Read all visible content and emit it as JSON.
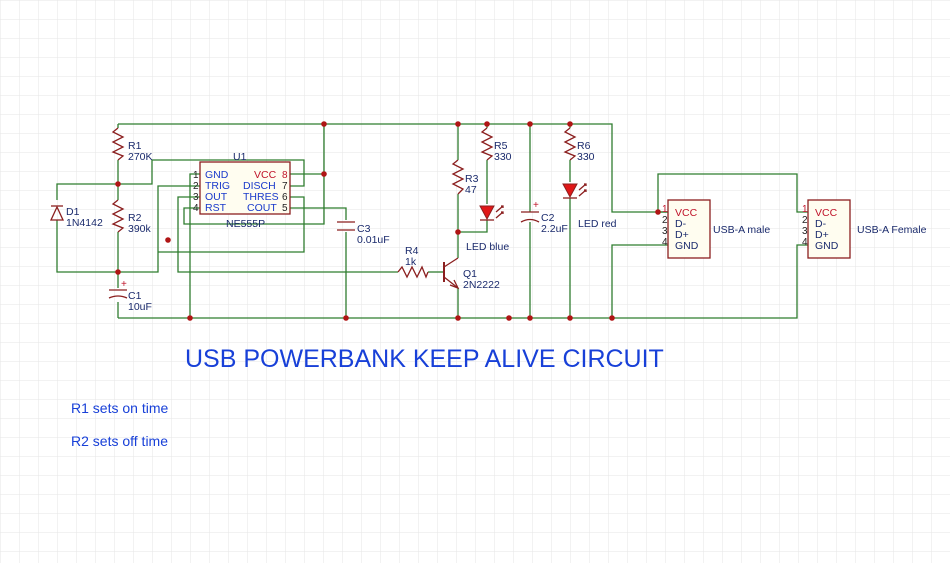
{
  "title": "USB POWERBANK KEEP ALIVE CIRCUIT",
  "notes": [
    "R1 sets on time",
    "R2 sets off time"
  ],
  "components": {
    "u1": {
      "ref": "U1",
      "value": "NE555P",
      "left_pins": [
        {
          "num": "1",
          "name": "GND"
        },
        {
          "num": "2",
          "name": "TRIG"
        },
        {
          "num": "3",
          "name": "OUT"
        },
        {
          "num": "4",
          "name": "RST"
        }
      ],
      "right_pins": [
        {
          "num": "8",
          "name": "VCC"
        },
        {
          "num": "7",
          "name": "DISCH"
        },
        {
          "num": "6",
          "name": "THRES"
        },
        {
          "num": "5",
          "name": "COUT"
        }
      ]
    },
    "r1": {
      "ref": "R1",
      "value": "270K"
    },
    "r2": {
      "ref": "R2",
      "value": "390k"
    },
    "d1": {
      "ref": "D1",
      "value": "1N4142"
    },
    "c1": {
      "ref": "C1",
      "value": "10uF"
    },
    "c3": {
      "ref": "C3",
      "value": "0.01uF"
    },
    "r4": {
      "ref": "R4",
      "value": "1k"
    },
    "q1": {
      "ref": "Q1",
      "value": "2N2222"
    },
    "r3": {
      "ref": "R3",
      "value": "47"
    },
    "r5": {
      "ref": "R5",
      "value": "330"
    },
    "led_blue": {
      "value": "LED blue"
    },
    "c2": {
      "ref": "C2",
      "value": "2.2uF"
    },
    "r6": {
      "ref": "R6",
      "value": "330"
    },
    "led_red": {
      "value": "LED red"
    },
    "usb_male": {
      "value": "USB-A male",
      "pins": [
        {
          "num": "1",
          "name": "VCC"
        },
        {
          "num": "2",
          "name": "D-"
        },
        {
          "num": "3",
          "name": "D+"
        },
        {
          "num": "4",
          "name": "GND"
        }
      ]
    },
    "usb_female": {
      "value": "USB-A Female",
      "pins": [
        {
          "num": "1",
          "name": "VCC"
        },
        {
          "num": "2",
          "name": "D-"
        },
        {
          "num": "3",
          "name": "D+"
        },
        {
          "num": "4",
          "name": "GND"
        }
      ]
    }
  },
  "colors": {
    "wire": "#2f7d2f",
    "component": "#8b1f1f",
    "pin_label": "#1a3acb",
    "title": "#1840d8",
    "led": "#e01818",
    "junction": "#b01515"
  }
}
